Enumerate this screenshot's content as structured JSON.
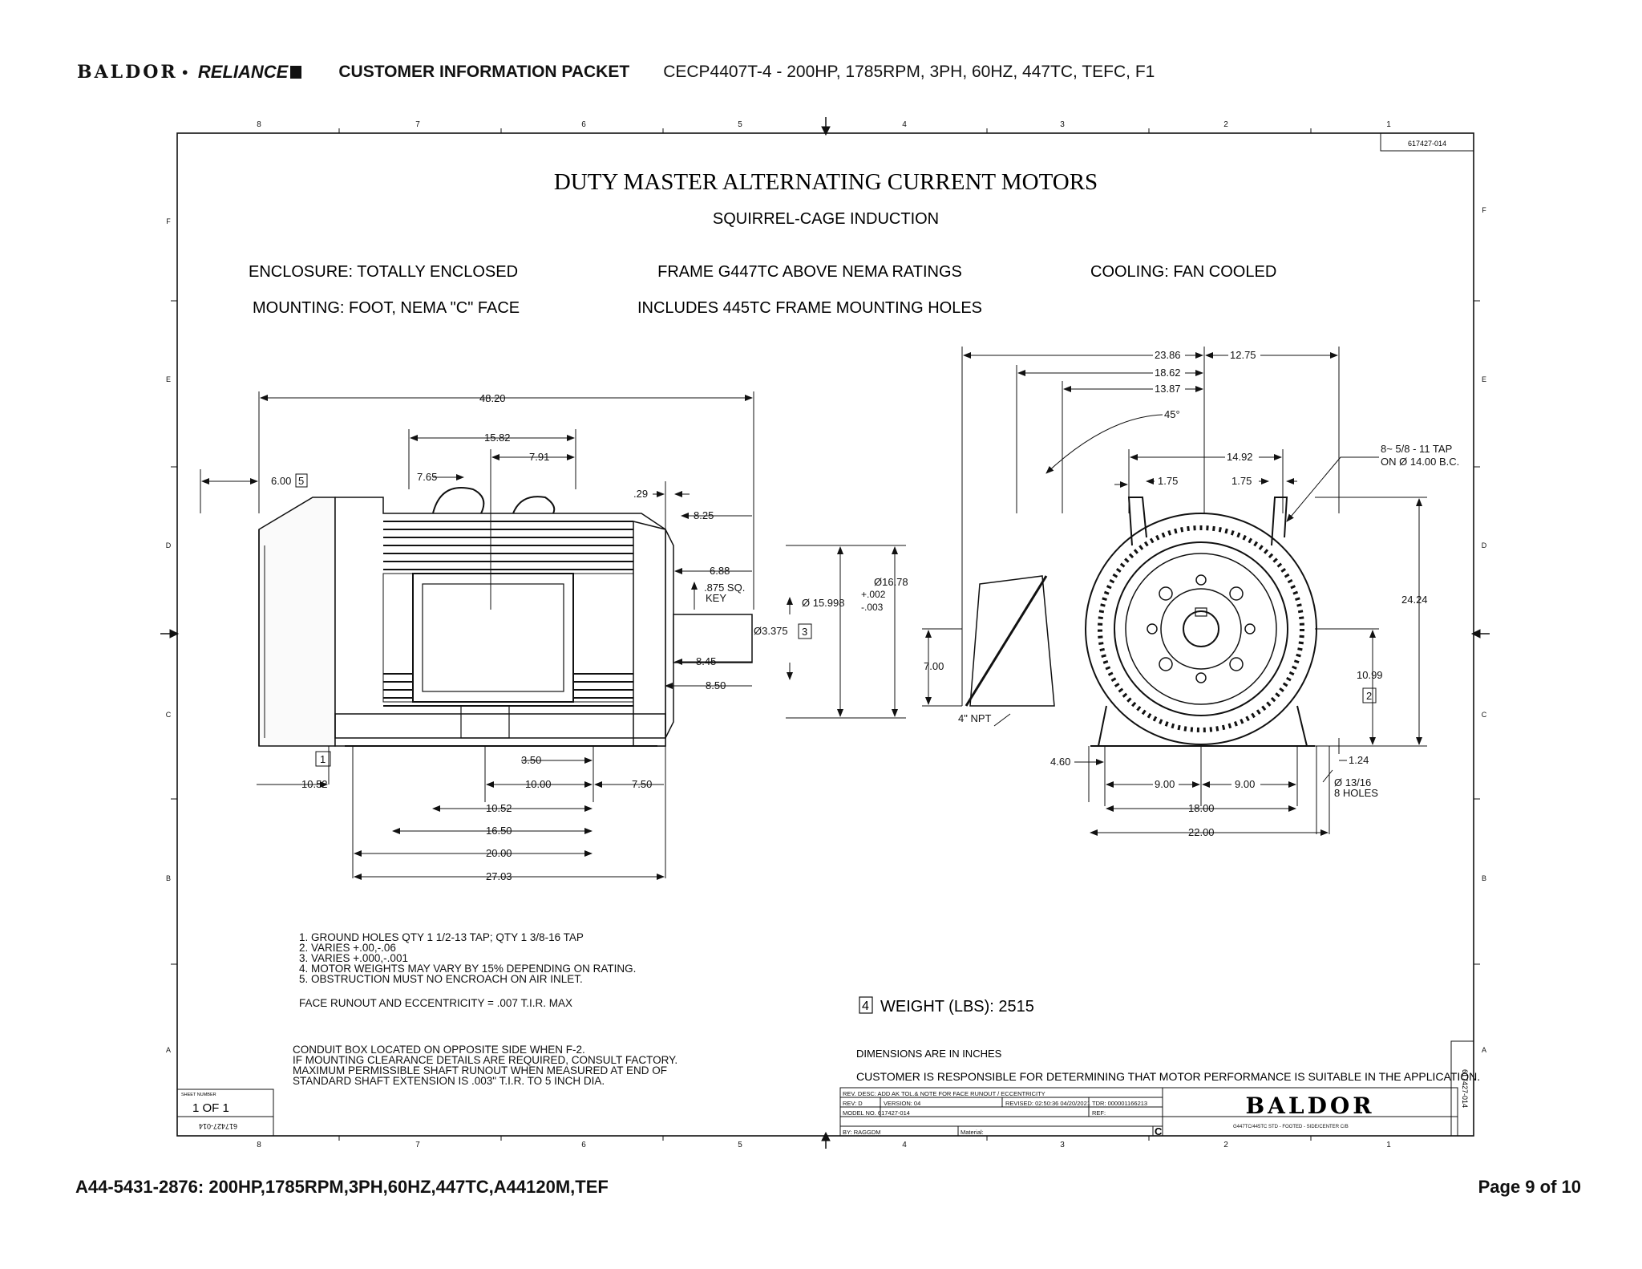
{
  "header": {
    "brand_1": "BALDOR",
    "brand_sep": "•",
    "brand_2": "RELIANCE",
    "title": "CUSTOMER INFORMATION PACKET",
    "subtitle": "CECP4407T-4 - 200HP, 1785RPM, 3PH, 60HZ, 447TC, TEFC, F1"
  },
  "drawing": {
    "doc_no": "617427-014",
    "title": "DUTY MASTER ALTERNATING CURRENT MOTORS",
    "subtitle": "SQUIRREL-CAGE INDUCTION",
    "enclosure": "ENCLOSURE:  TOTALLY ENCLOSED",
    "frame": "FRAME G447TC ABOVE NEMA RATINGS",
    "cooling": "COOLING:  FAN COOLED",
    "mounting": "MOUNTING:  FOOT, NEMA \"C\" FACE",
    "holes": "INCLUDES 445TC FRAME MOUNTING HOLES",
    "col_labels": [
      "8",
      "7",
      "6",
      "5",
      "4",
      "3",
      "2",
      "1"
    ],
    "row_labels": [
      "F",
      "E",
      "D",
      "C",
      "B",
      "A"
    ],
    "side_dims": {
      "d4820": "48.20",
      "d1582": "15.82",
      "d791": "7.91",
      "d765": "7.65",
      "d600": "6.00",
      "b5": "5",
      "d029": ".29",
      "d825": "8.25",
      "d688": "6.88",
      "key": ".875 SQ.",
      "key2": "KEY",
      "d15998": "Ø 15.998",
      "tol1": "+.002",
      "tol2": "-.003",
      "d1678": "Ø16.78",
      "d3375": "Ø3.375",
      "b3": "3",
      "d845": "8.45",
      "d850": "8.50",
      "b1": "1",
      "d1052": "10.52",
      "d350": "3.50",
      "d1000": "10.00",
      "d750": "7.50",
      "d1052b": "10.52",
      "d1650": "16.50",
      "d2000": "20.00",
      "d2703": "27.03"
    },
    "end_dims": {
      "d2386": "23.86",
      "d1275": "12.75",
      "d1862": "18.62",
      "d1387": "13.87",
      "d45": "45°",
      "d1492": "14.92",
      "d175a": "1.75",
      "d175b": "1.75",
      "tap1": "8~ 5/8 - 11 TAP",
      "tap2": "ON Ø 14.00 B.C.",
      "d2424": "24.24",
      "d700": "7.00",
      "npt": "4\" NPT",
      "d1099": "10.99",
      "b2": "2",
      "d460": "4.60",
      "d900a": "9.00",
      "d900b": "9.00",
      "d124": "1.24",
      "hole1": "Ø 13/16",
      "hole2": "8 HOLES",
      "d1800": "18.00",
      "d2200": "22.00"
    },
    "notes": [
      "1.   GROUND HOLES QTY 1 1/2-13 TAP; QTY 1 3/8-16 TAP",
      "2.   VARIES +.00,-.06",
      "3.   VARIES +.000,-.001",
      "4.   MOTOR WEIGHTS MAY VARY BY 15% DEPENDING ON RATING.",
      "5.   OBSTRUCTION MUST NO ENCROACH ON AIR INLET."
    ],
    "runout": "FACE RUNOUT AND ECCENTRICITY = .007 T.I.R. MAX",
    "weight_box": "4",
    "weight": "WEIGHT (LBS):  2515",
    "conduit": [
      "CONDUIT BOX LOCATED ON OPPOSITE SIDE WHEN F-2.",
      "IF MOUNTING CLEARANCE DETAILS ARE REQUIRED, CONSULT FACTORY.",
      "MAXIMUM PERMISSIBLE SHAFT RUNOUT WHEN MEASURED AT END OF",
      "STANDARD SHAFT EXTENSION IS .003\" T.I.R. TO 5 INCH DIA."
    ],
    "dims_in": "DIMENSIONS ARE IN INCHES",
    "responsible": "CUSTOMER IS RESPONSIBLE FOR DETERMINING THAT MOTOR PERFORMANCE IS SUITABLE IN THE APPLICATION.",
    "sheet_label": "SHEET NUMBER",
    "sheet": "1 OF 1",
    "sheet_doc": "617427-014",
    "tb": {
      "rev_desc": "REV. DESC: ADD AK TOL.& NOTE FOR FACE RUNOUT / ECCENTRICITY",
      "rev": "REV:  D",
      "version": "VERSION:  04",
      "revised": "REVISED: 02:50:36 04/20/2021",
      "tdr": "TDR:  000001166213",
      "model": "MODEL NO.  617427-014",
      "ref": "REF:",
      "by": "BY: RAGGDM",
      "material": "Material:",
      "size": "C",
      "brand": "BALDOR",
      "desc": "G447TC/445TC STD - FOOTED - SIDE/CENTER C/B",
      "side_doc": "617427-014"
    }
  },
  "footer": {
    "left": "A44-5431-2876: 200HP,1785RPM,3PH,60HZ,447TC,A44120M,TEF",
    "right": "Page 9 of 10"
  }
}
